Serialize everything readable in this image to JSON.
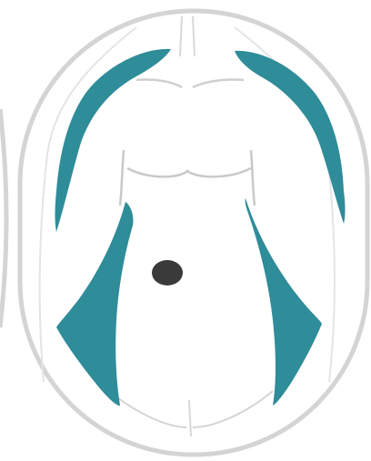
{
  "colors": {
    "background": "#ffffff",
    "frame_outline": "#d4d4d4",
    "body_outline": "#c9c9c9",
    "highlight_region": "#2f8c99",
    "navel": "#3a3a3a"
  },
  "regions": [
    "left-shoulder-region",
    "right-shoulder-region",
    "left-flank-region",
    "right-flank-region"
  ]
}
